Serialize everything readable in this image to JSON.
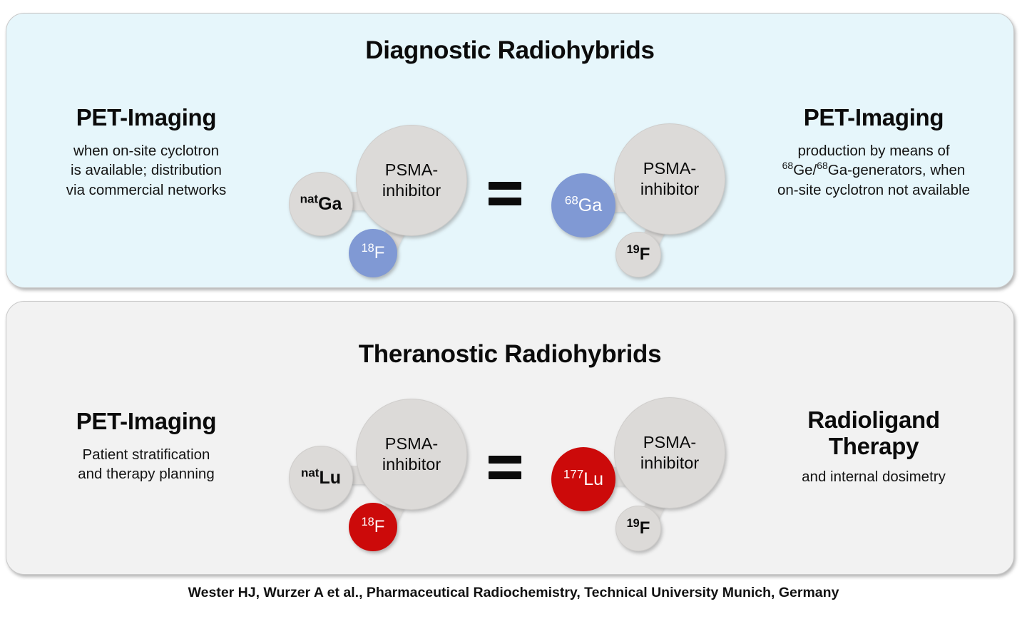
{
  "figure": {
    "footer": "Wester HJ, Wurzer A et al., Pharmaceutical Radiochemistry, Technical University Munich, Germany",
    "equals_symbol": "="
  },
  "colors": {
    "panel_diagnostic_bg": "#e6f6fb",
    "panel_theranostic_bg": "#f2f2f2",
    "node_grey": "#dcdad8",
    "node_blue": "#8099d4",
    "node_red": "#cc0a0a",
    "text": "#0b0b0b"
  },
  "panels": [
    {
      "id": "diagnostic",
      "title": "Diagnostic Radiohybrids",
      "left_column": {
        "heading": "PET-Imaging",
        "body_lines": [
          "when on-site cyclotron",
          "is available; distribution",
          "via commercial networks"
        ]
      },
      "right_column": {
        "heading": "PET-Imaging",
        "body_lines": [
          "production by means of",
          "68Ge/68Ga-generators, when",
          "on-site cyclotron not available"
        ]
      },
      "left_molecule": {
        "metal_superscript": "nat",
        "metal_element": "Ga",
        "metal_color": "grey",
        "core_line1": "PSMA-",
        "core_line2": "inhibitor",
        "fluorine_superscript": "18",
        "fluorine_element": "F",
        "fluorine_color": "blue"
      },
      "right_molecule": {
        "metal_superscript": "68",
        "metal_element": "Ga",
        "metal_color": "blue",
        "core_line1": "PSMA-",
        "core_line2": "inhibitor",
        "fluorine_superscript": "19",
        "fluorine_element": "F",
        "fluorine_color": "grey"
      }
    },
    {
      "id": "theranostic",
      "title": "Theranostic Radiohybrids",
      "left_column": {
        "heading": "PET-Imaging",
        "body_lines": [
          "Patient stratification",
          "and therapy planning"
        ]
      },
      "right_column": {
        "heading_line1": "Radioligand",
        "heading_line2": "Therapy",
        "body_lines": [
          "and internal dosimetry"
        ]
      },
      "left_molecule": {
        "metal_superscript": "nat",
        "metal_element": "Lu",
        "metal_color": "grey",
        "core_line1": "PSMA-",
        "core_line2": "inhibitor",
        "fluorine_superscript": "18",
        "fluorine_element": "F",
        "fluorine_color": "red"
      },
      "right_molecule": {
        "metal_superscript": "177",
        "metal_element": "Lu",
        "metal_color": "red",
        "core_line1": "PSMA-",
        "core_line2": "inhibitor",
        "fluorine_superscript": "19",
        "fluorine_element": "F",
        "fluorine_color": "grey"
      }
    }
  ]
}
